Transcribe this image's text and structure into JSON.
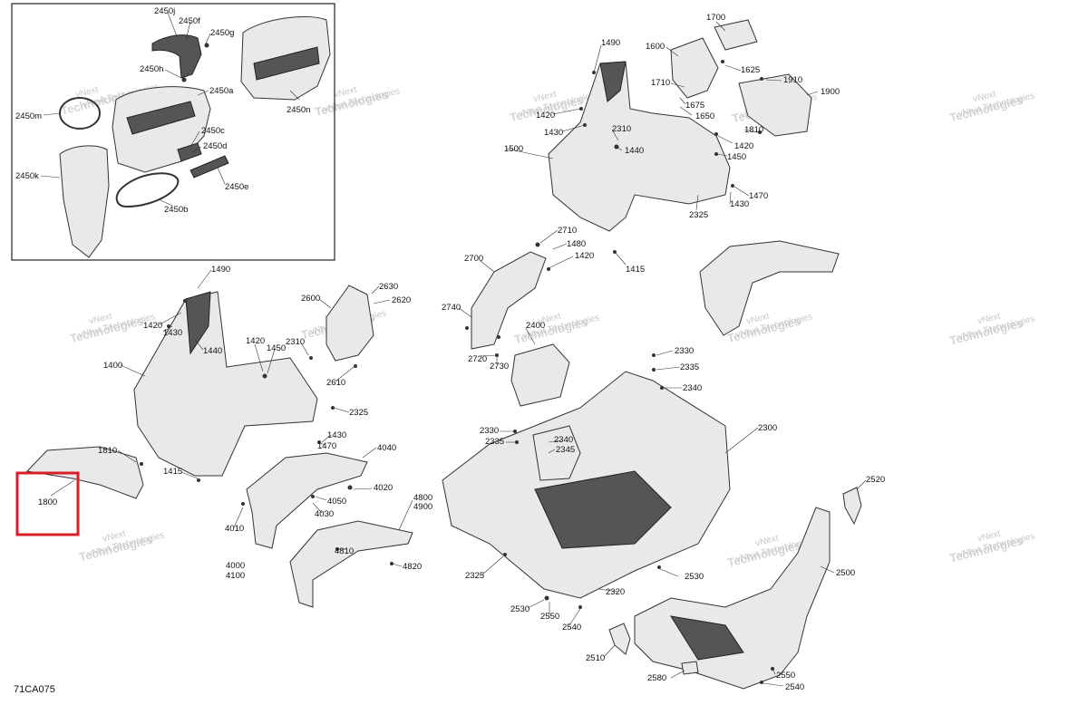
{
  "diagram_code": "71CA075",
  "watermark_lines": [
    "vNext",
    "Technologies",
    "vNext Technologies"
  ],
  "highlight_color": "#d61f26",
  "labels": {
    "l2450j": "2450j",
    "l2450f": "2450f",
    "l2450g": "2450g",
    "l2450h": "2450h",
    "l2450a": "2450a",
    "l2450m": "2450m",
    "l2450n": "2450n",
    "l2450c": "2450c",
    "l2450d": "2450d",
    "l2450k": "2450k",
    "l2450e": "2450e",
    "l2450b": "2450b",
    "l1700": "1700",
    "l1490a": "1490",
    "l1600": "1600",
    "l1625": "1625",
    "l1910": "1910",
    "l1710": "1710",
    "l1900": "1900",
    "l1675": "1675",
    "l1650": "1650",
    "l1420a": "1420",
    "l1430a": "1430",
    "l2310a": "2310",
    "l1810a": "1810",
    "l1440a": "1440",
    "l1420b": "1420",
    "l1500": "1500",
    "l1450a": "1450",
    "l1470a": "1470",
    "l1430b": "1430",
    "l2325a": "2325",
    "l2710": "2710",
    "l1480": "1480",
    "l1420c": "1420",
    "l2700": "2700",
    "l1415a": "1415",
    "l1490b": "1490",
    "l2630": "2630",
    "l2600": "2600",
    "l2620": "2620",
    "l2740": "2740",
    "l1420d": "1420",
    "l1430c": "1430",
    "l1440b": "1440",
    "l2400": "2400",
    "l1420e": "1420",
    "l1450b": "1450",
    "l2310b": "2310",
    "l2720": "2720",
    "l2730": "2730",
    "l1400": "1400",
    "l2610": "2610",
    "l2330a": "2330",
    "l2335a": "2335",
    "l2340a": "2340",
    "l2325b": "2325",
    "l1430d": "1430",
    "l1470b": "1470",
    "l2300": "2300",
    "l2330b": "2330",
    "l2340b": "2340",
    "l1810b": "1810",
    "l2335b": "2335",
    "l2345": "2345",
    "l4040": "4040",
    "l1415b": "1415",
    "l2520": "2520",
    "l1800": "1800",
    "l4020": "4020",
    "l4800": "4800",
    "l4900": "4900",
    "l4050": "4050",
    "l4030": "4030",
    "l4010": "4010",
    "l4810": "4810",
    "l4820": "4820",
    "l4000": "4000",
    "l4100": "4100",
    "l2500": "2500",
    "l2325c": "2325",
    "l2530a": "2530",
    "l2320": "2320",
    "l2530b": "2530",
    "l2550a": "2550",
    "l2540a": "2540",
    "l2510": "2510",
    "l2580": "2580",
    "l2550b": "2550",
    "l2540b": "2540"
  }
}
